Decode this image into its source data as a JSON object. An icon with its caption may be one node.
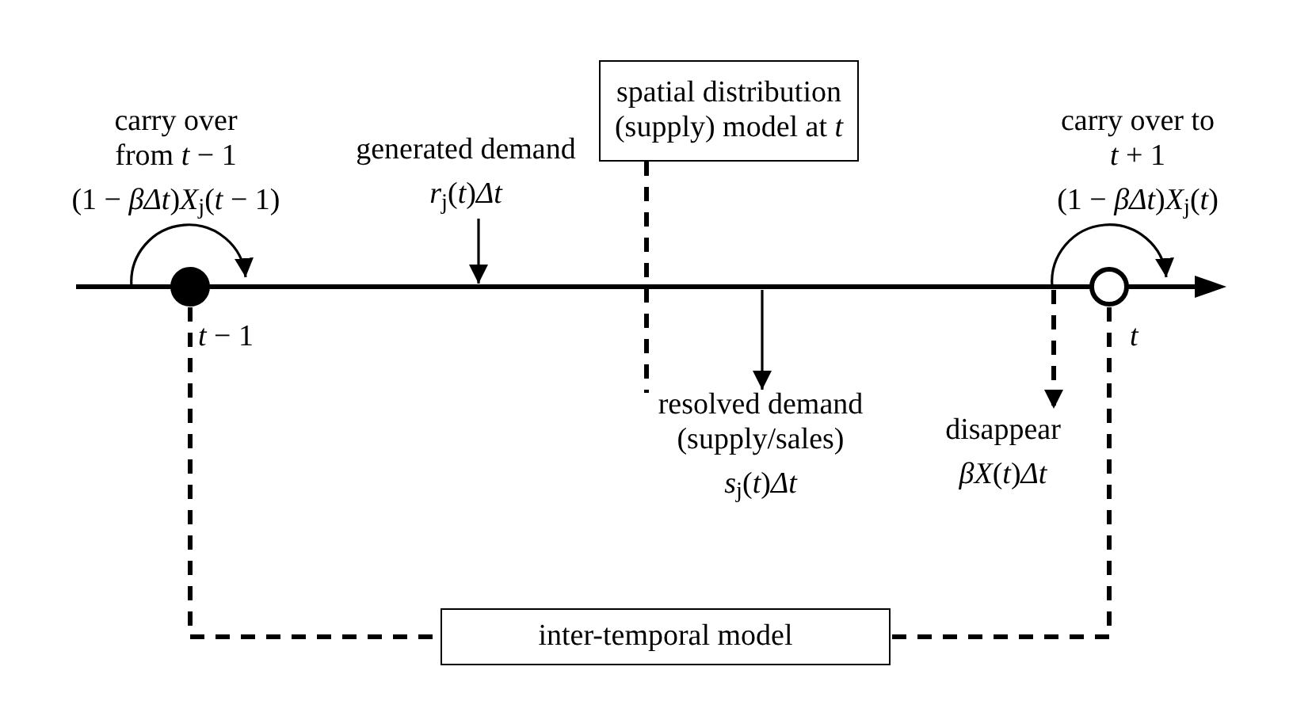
{
  "diagram": {
    "nodes": [
      {
        "text": [
          "spatial distribution (supply) model at *t*"
        ]
      },
      {
        "text": [
          "carry over from *t* − 1",
          "(1 − *βΔt*)*X*$_{j}$(*t* − 1)"
        ]
      },
      {
        "text": [
          "generated demand",
          "*r*$_{j}$(*t*)*Δt*"
        ]
      },
      {
        "text": [
          "carry over to *t* + 1",
          "(1 − *βΔt*)*X*$_{j}$(*t*)"
        ]
      },
      {
        "text": [],
        "shape": "circle",
        "beside": [
          "*t* − 1"
        ]
      },
      {
        "text": [],
        "shape": "circle",
        "beside": [
          "*t*"
        ]
      },
      {
        "text": [
          "resolved demand (supply/sales)",
          "*s*$_{j}$(*t*)*Δt*"
        ]
      },
      {
        "text": [
          "disappear",
          "*βX*(*t*)*Δt*"
        ]
      },
      {
        "text": [
          "inter-temporal model"
        ]
      }
    ],
    "edges": [
      {
        "from": 2,
        "to": null,
        "arrow": "to"
      },
      {
        "from": null,
        "to": 6,
        "arrow": "to"
      },
      {
        "from": null,
        "to": 7,
        "arrow": "to",
        "style": "dashed"
      },
      {
        "from": 0,
        "to": 6,
        "arrow": "none",
        "style": "dashed"
      },
      {
        "from": 4,
        "to": 8,
        "arrow": "none",
        "style": "dashed"
      },
      {
        "from": 5,
        "to": 8,
        "arrow": "none",
        "style": "dashed"
      }
    ]
  }
}
